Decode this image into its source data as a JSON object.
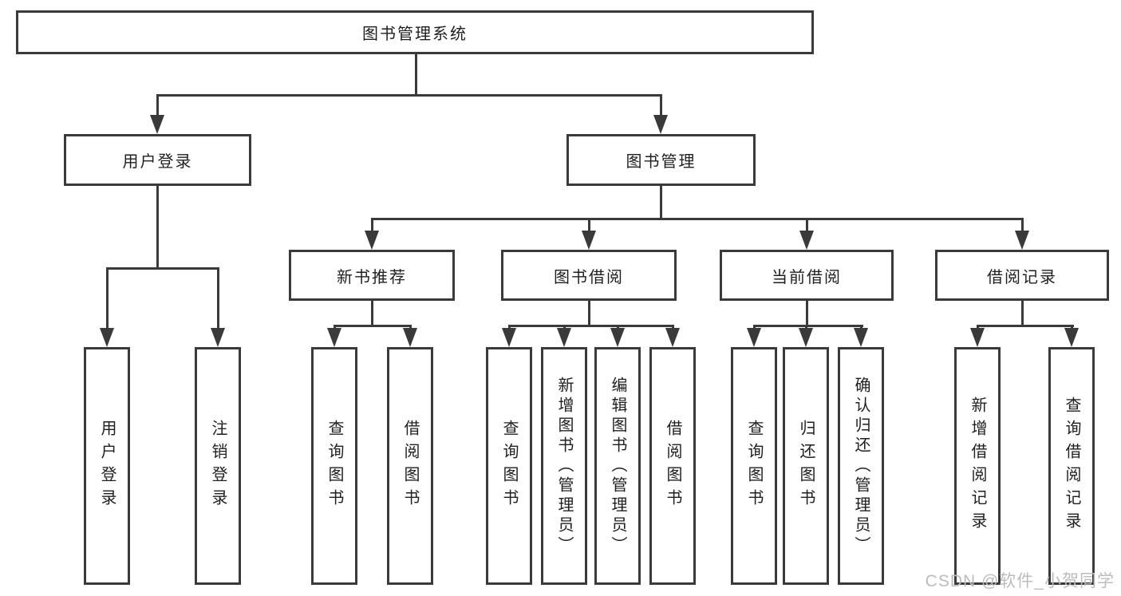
{
  "diagram": {
    "root": {
      "label": "图书管理系统"
    },
    "children": [
      {
        "label": "用户登录",
        "children": [
          {
            "label": "用户登录"
          },
          {
            "label": "注销登录"
          }
        ]
      },
      {
        "label": "图书管理",
        "children": [
          {
            "label": "新书推荐",
            "children": [
              {
                "label": "查询图书"
              },
              {
                "label": "借阅图书"
              }
            ]
          },
          {
            "label": "图书借阅",
            "children": [
              {
                "label": "查询图书"
              },
              {
                "label": "新增图书（管理员）"
              },
              {
                "label": "编辑图书（管理员）"
              },
              {
                "label": "借阅图书"
              }
            ]
          },
          {
            "label": "当前借阅",
            "children": [
              {
                "label": "查询图书"
              },
              {
                "label": "归还图书"
              },
              {
                "label": "确认归还（管理员）"
              }
            ]
          },
          {
            "label": "借阅记录",
            "children": [
              {
                "label": "新增借阅记录"
              },
              {
                "label": "查询借阅记录"
              }
            ]
          }
        ]
      }
    ]
  },
  "watermark": {
    "text": "CSDN @软件_小贺同学"
  },
  "colors": {
    "line": "#3a3a3a",
    "text": "#1f1f1f",
    "watermark": "#bcbcbc",
    "background": "#ffffff"
  }
}
